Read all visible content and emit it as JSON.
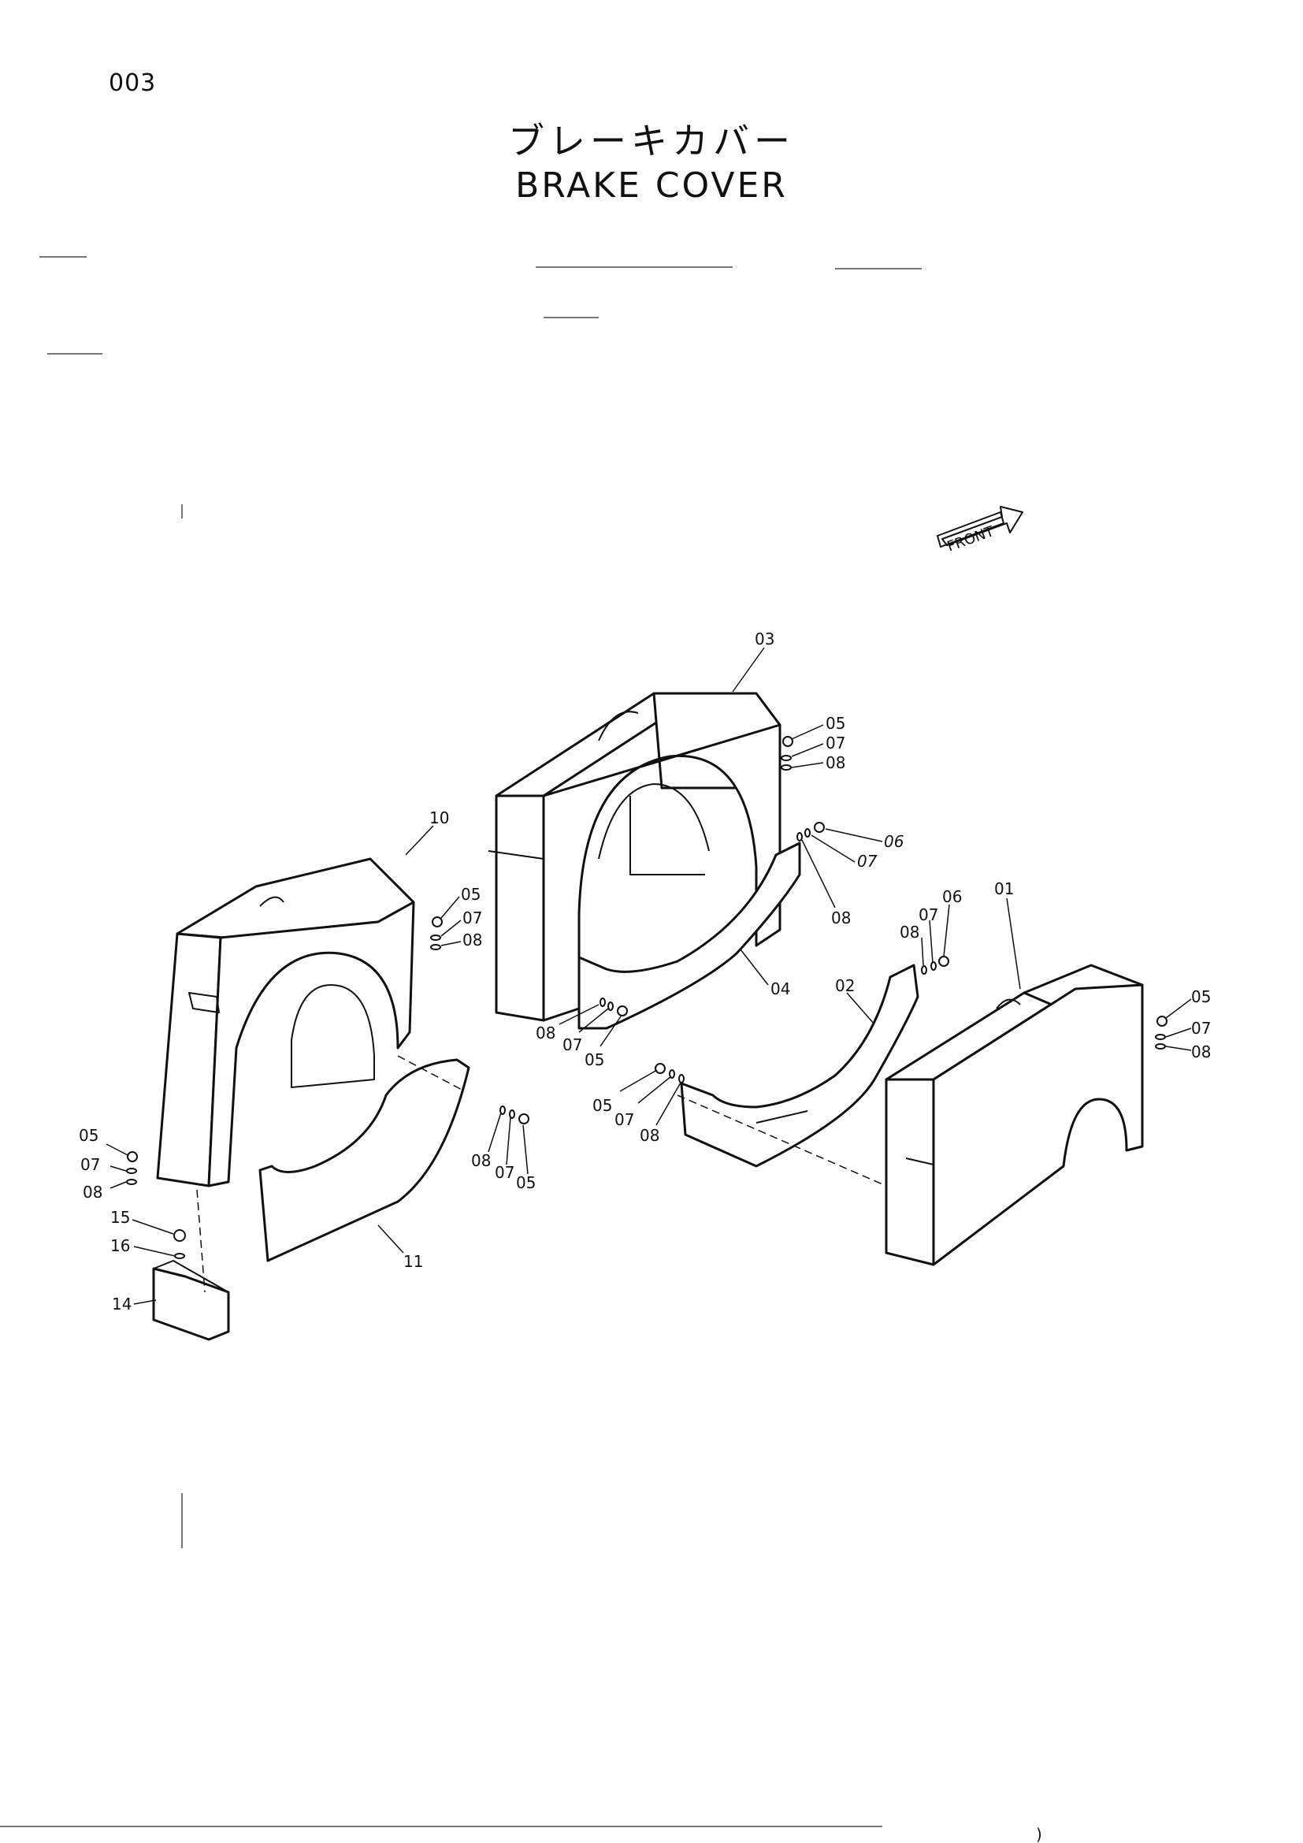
{
  "page": {
    "number": "003",
    "title_jp": "ブレーキカバー",
    "title_en": "BRAKE COVER"
  },
  "front_indicator": "FRONT",
  "callouts": {
    "c01": "01",
    "c02": "02",
    "c03": "03",
    "c04": "04",
    "c10": "10",
    "c11": "11",
    "c14": "14",
    "c15": "15",
    "c16": "16",
    "p03_05": "05",
    "p03_07": "07",
    "p03_08": "08",
    "p04_06": "06",
    "p04_07": "07",
    "p04_08": "08",
    "p04b_08": "08",
    "p04b_07": "07",
    "p04b_05": "05",
    "p10_05": "05",
    "p10_07": "07",
    "p10_08": "08",
    "p11_08": "08",
    "p11_07": "07",
    "p11_05": "05",
    "p02_05": "05",
    "p02_07": "07",
    "p02_08": "08",
    "p01top_08": "08",
    "p01top_07": "07",
    "p01top_06": "06",
    "p01_05": "05",
    "p01_07": "07",
    "p01_08": "08",
    "pl_05": "05",
    "pl_07": "07",
    "pl_08": "08"
  },
  "footer_mark": ")"
}
